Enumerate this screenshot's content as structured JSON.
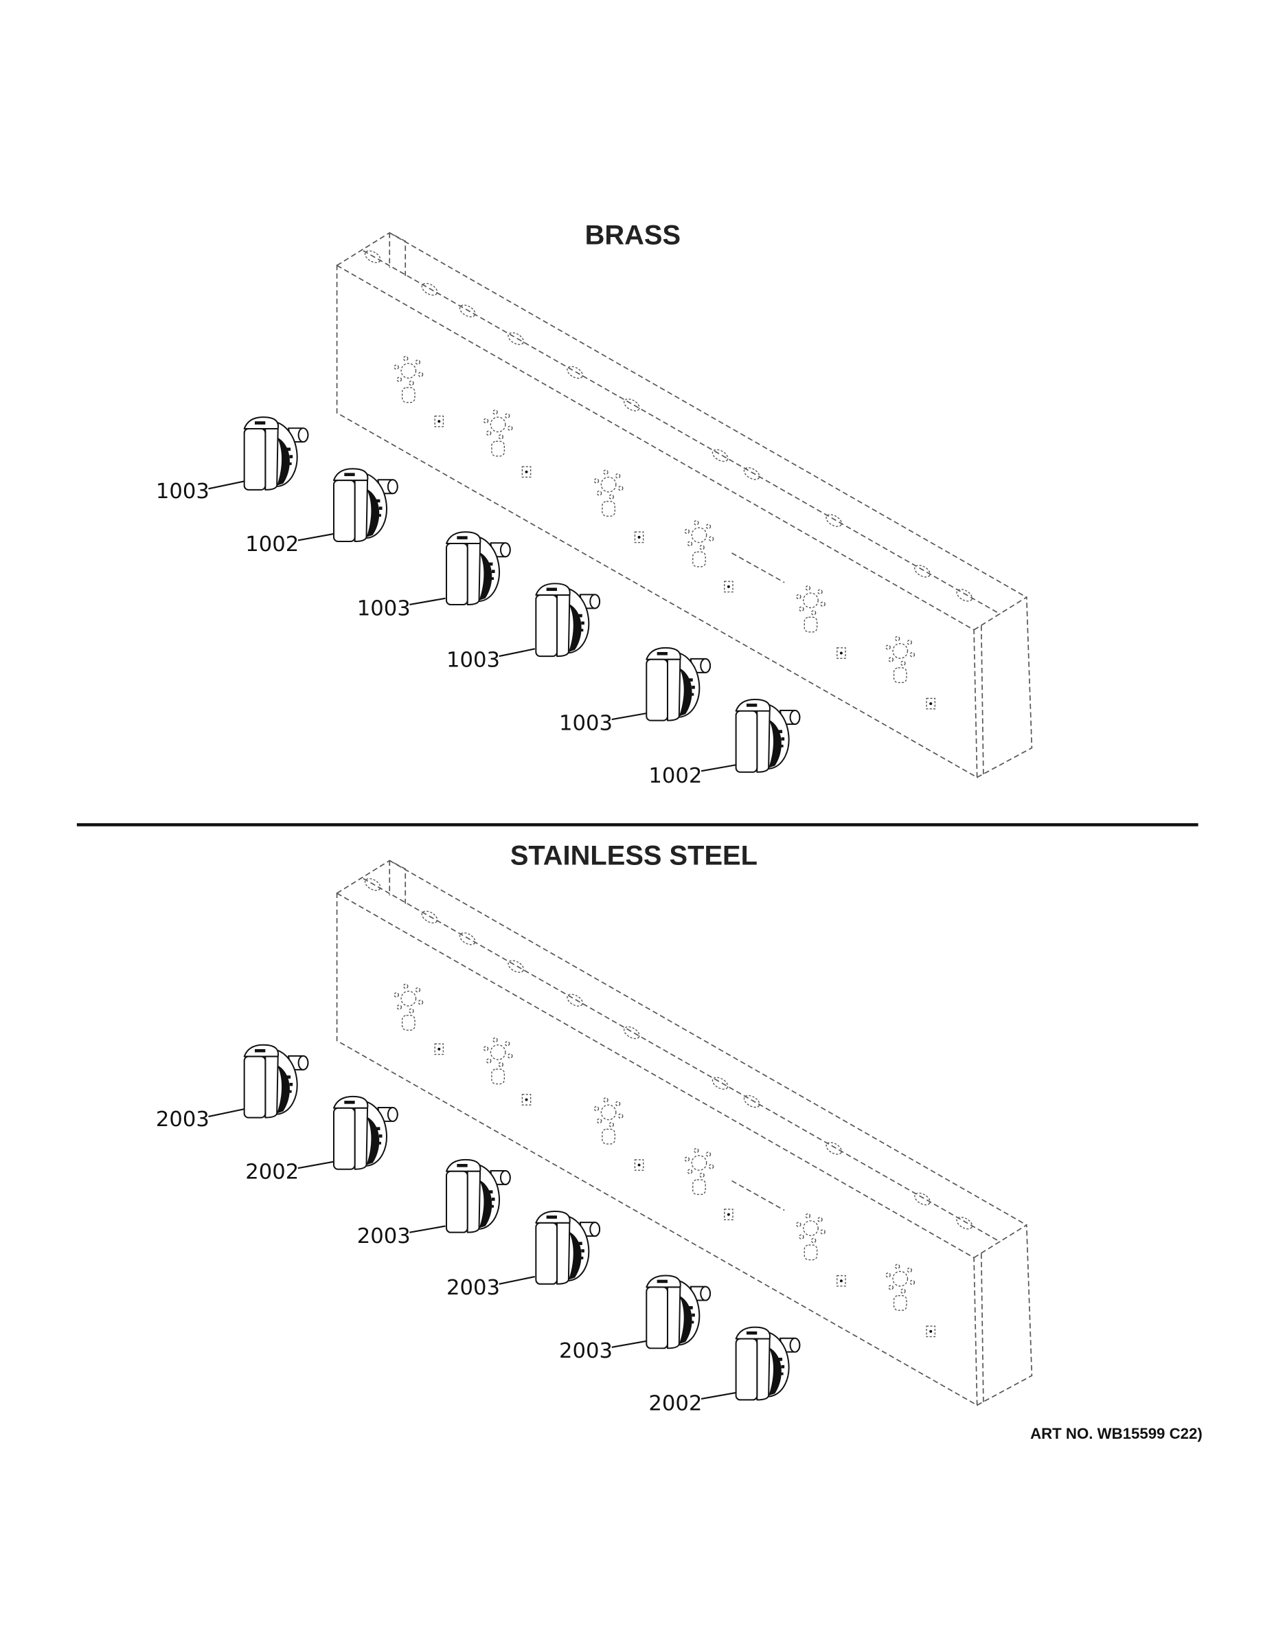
{
  "sections": [
    {
      "title": "BRASS",
      "parts": [
        "1003",
        "1002",
        "1003",
        "1003",
        "1003",
        "1002"
      ]
    },
    {
      "title": "STAINLESS STEEL",
      "parts": [
        "2003",
        "2002",
        "2003",
        "2003",
        "2003",
        "2002"
      ]
    }
  ],
  "art_no": "ART NO. WB15599 C22)"
}
